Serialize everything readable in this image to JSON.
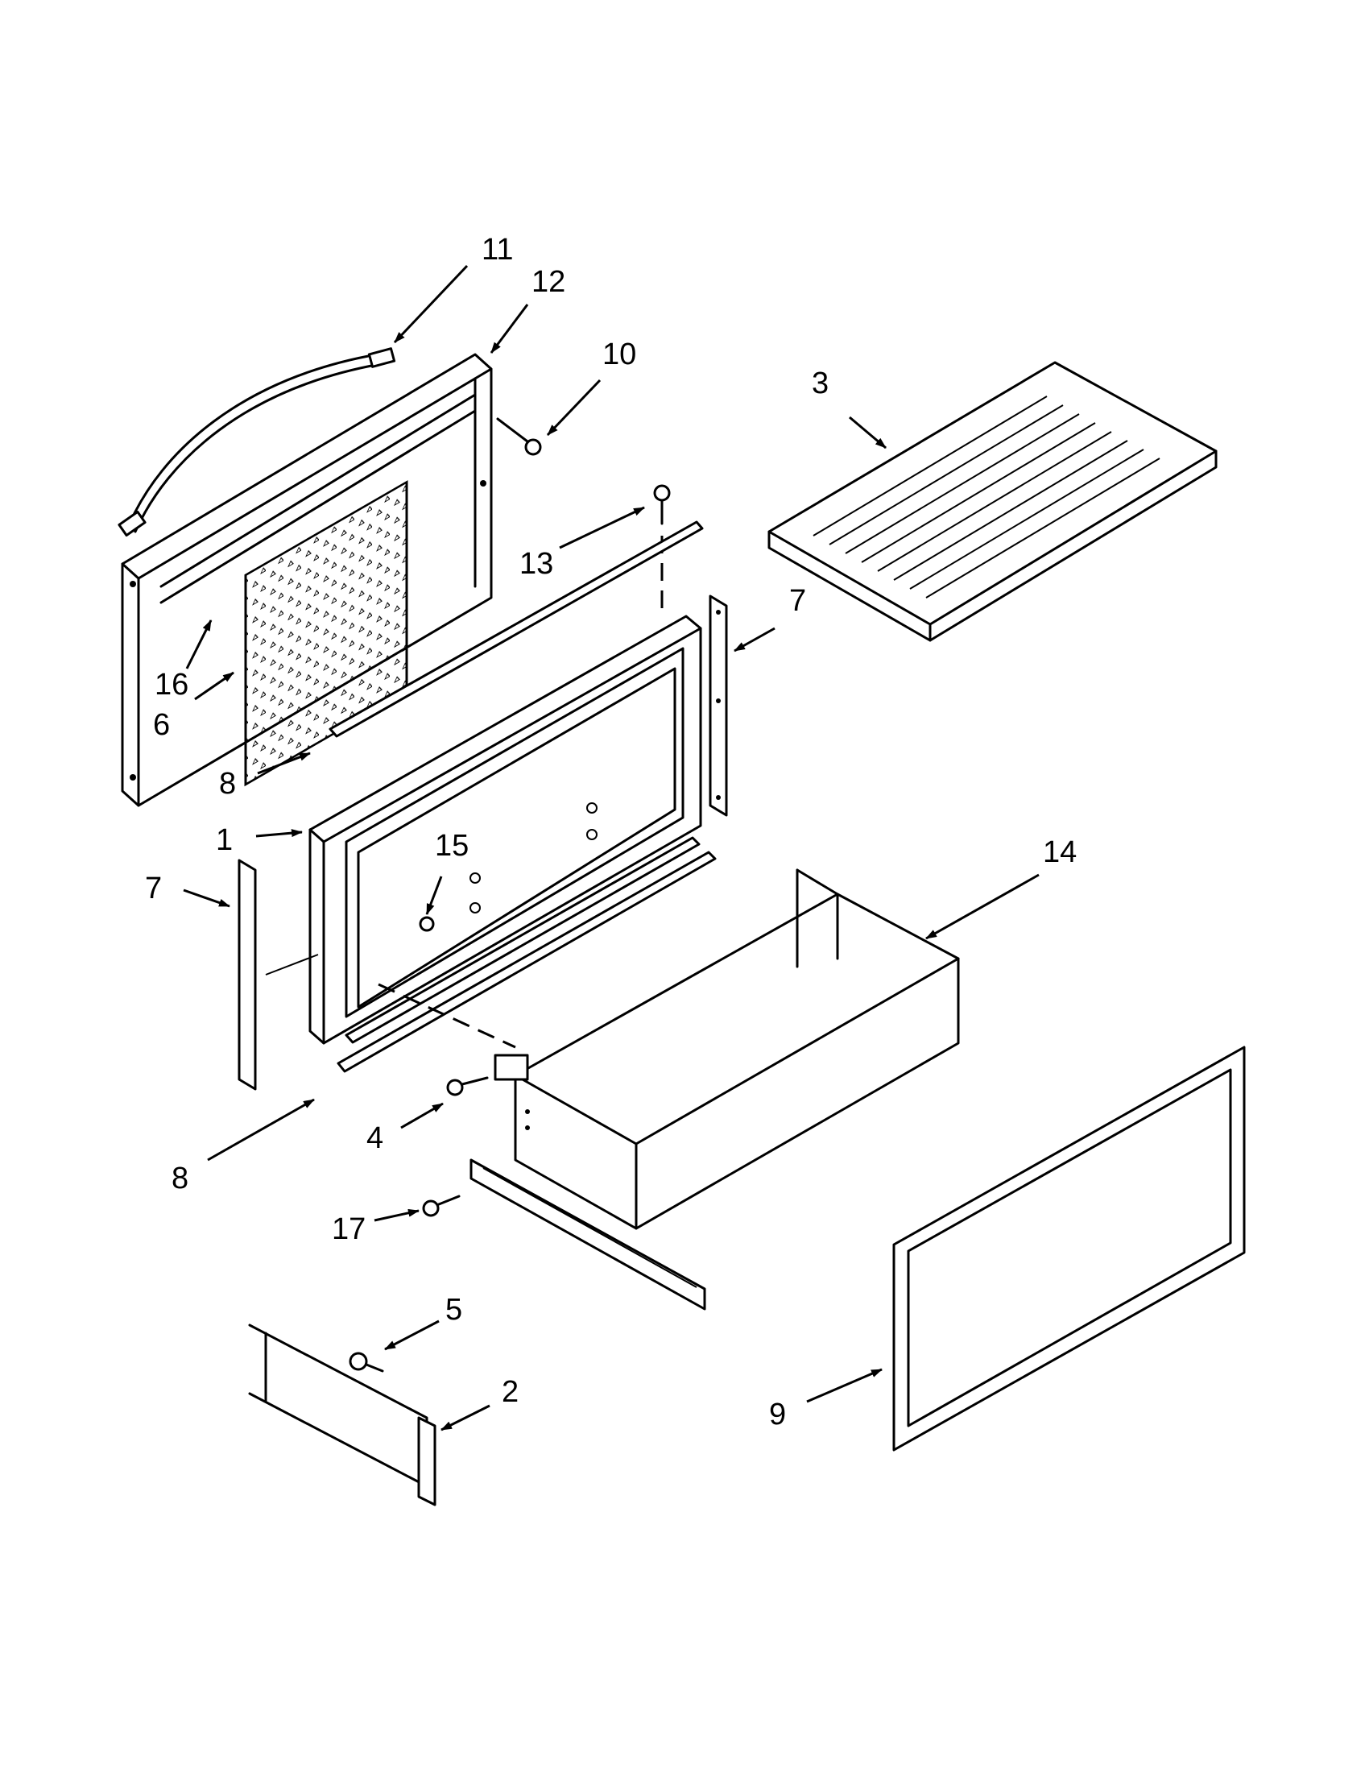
{
  "callouts": [
    {
      "id": "11",
      "label": "11"
    },
    {
      "id": "12",
      "label": "12"
    },
    {
      "id": "10",
      "label": "10"
    },
    {
      "id": "3",
      "label": "3"
    },
    {
      "id": "13",
      "label": "13"
    },
    {
      "id": "7a",
      "label": "7"
    },
    {
      "id": "16",
      "label": "16"
    },
    {
      "id": "6",
      "label": "6"
    },
    {
      "id": "8a",
      "label": "8"
    },
    {
      "id": "1",
      "label": "1"
    },
    {
      "id": "15",
      "label": "15"
    },
    {
      "id": "14",
      "label": "14"
    },
    {
      "id": "7b",
      "label": "7"
    },
    {
      "id": "4",
      "label": "4"
    },
    {
      "id": "8b",
      "label": "8"
    },
    {
      "id": "17",
      "label": "17"
    },
    {
      "id": "5",
      "label": "5"
    },
    {
      "id": "2",
      "label": "2"
    },
    {
      "id": "9",
      "label": "9"
    }
  ]
}
